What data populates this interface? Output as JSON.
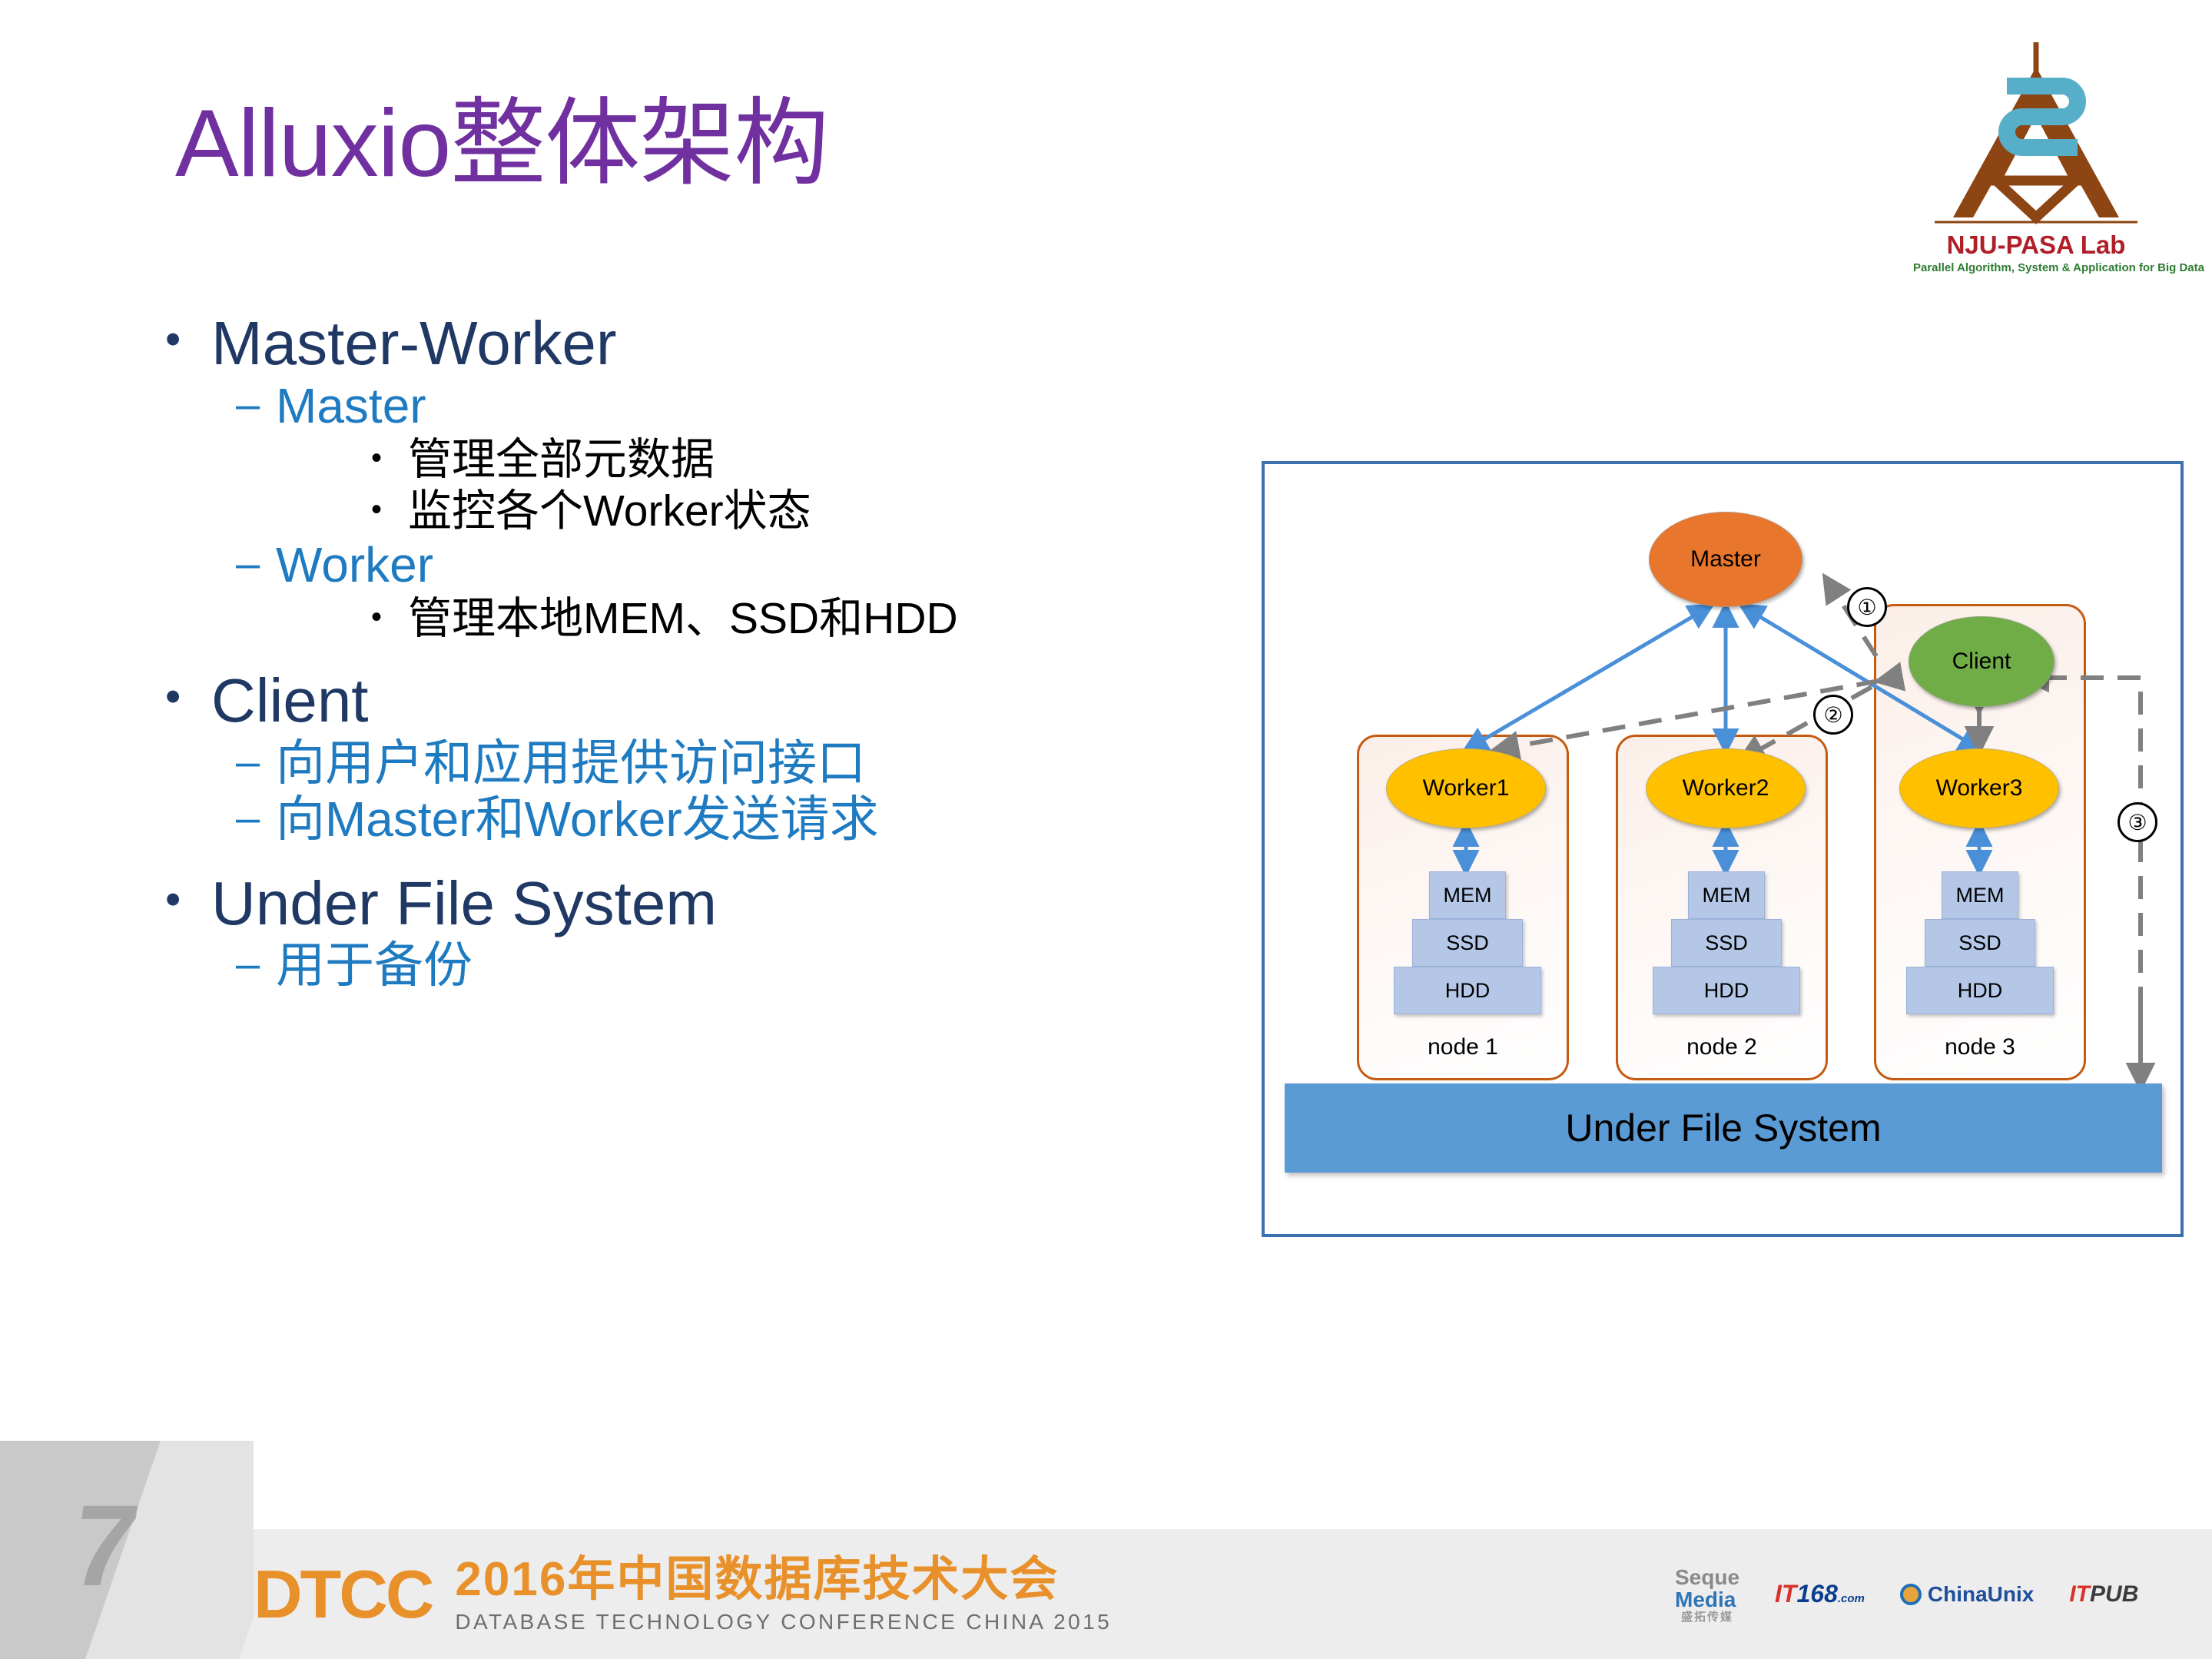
{
  "title": "Alluxio整体架构",
  "logo": {
    "name": "NJU-PASA Lab",
    "tagline": "Parallel Algorithm, System & Application for Big Data"
  },
  "bullets": [
    {
      "level": 1,
      "marker": "•",
      "text": "Master-Worker"
    },
    {
      "level": 2,
      "marker": "–",
      "text": "Master"
    },
    {
      "level": 3,
      "marker": "•",
      "text": "管理全部元数据"
    },
    {
      "level": 3,
      "marker": "•",
      "text": "监控各个Worker状态"
    },
    {
      "level": 2,
      "marker": "–",
      "text": "Worker"
    },
    {
      "level": 3,
      "marker": "•",
      "text": "管理本地MEM、SSD和HDD"
    },
    {
      "level": 1,
      "marker": "•",
      "text": "Client"
    },
    {
      "level": 2,
      "marker": "–",
      "text": "向用户和应用提供访问接口"
    },
    {
      "level": 2,
      "marker": "–",
      "text": "向Master和Worker发送请求"
    },
    {
      "level": 1,
      "marker": "•",
      "text": "Under File System"
    },
    {
      "level": 2,
      "marker": "–",
      "text": "用于备份"
    }
  ],
  "diagram": {
    "master": "Master",
    "client": "Client",
    "workers": [
      "Worker1",
      "Worker2",
      "Worker3"
    ],
    "nodes": [
      "node 1",
      "node 2",
      "node 3"
    ],
    "tiers": [
      "MEM",
      "SSD",
      "HDD"
    ],
    "under_file_system": "Under File System",
    "step_markers": [
      "①",
      "②",
      "③"
    ],
    "colors": {
      "master": "#E8762C",
      "client": "#70AD47",
      "worker": "#FFC000",
      "tier": "#B4C7E7",
      "ufs": "#5B9BD5",
      "node_border": "#C55A11",
      "frame": "#3C72AF",
      "solid_arrow": "#4A90D9",
      "dashed_arrow": "#808080"
    }
  },
  "footer": {
    "deco_number": "7",
    "dtcc_mark": "DTCC",
    "dtcc_cn": "2016年中国数据库技术大会",
    "dtcc_en": "DATABASE  TECHNOLOGY  CONFERENCE CHINA 2015",
    "sponsors": [
      {
        "a": "Seque",
        "b": "Media",
        "cn": "盛拓传媒"
      },
      {
        "red": "IT",
        "main": "168",
        "dot": ".com"
      },
      {
        "name": "ChinaUnix"
      },
      {
        "it": "IT",
        "pub": "PUB"
      }
    ]
  }
}
